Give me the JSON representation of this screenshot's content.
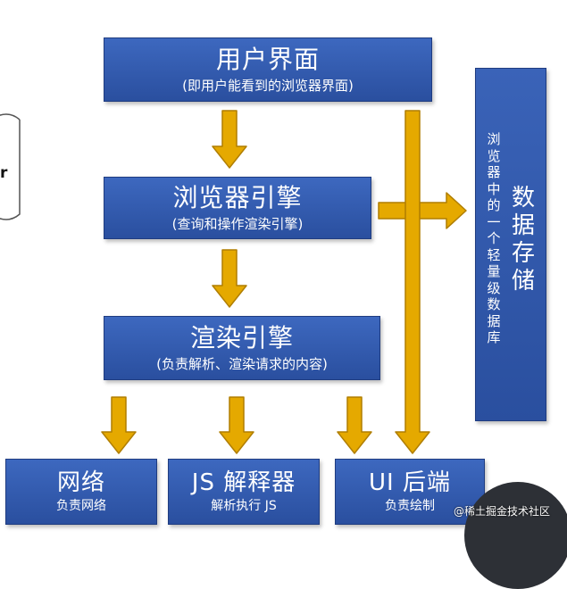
{
  "user_interface": {
    "title": "用户界面",
    "subtitle": "(即用户能看到的浏览器界面)"
  },
  "browser_engine": {
    "title": "浏览器引擎",
    "subtitle": "(查询和操作渲染引擎)"
  },
  "render_engine": {
    "title": "渲染引擎",
    "subtitle": "(负责解析、渲染请求的内容)"
  },
  "network": {
    "title": "网络",
    "subtitle": "负责网络"
  },
  "js_interpreter": {
    "title": "JS 解释器",
    "subtitle": "解析执行 JS"
  },
  "ui_backend": {
    "title": "UI 后端",
    "subtitle": "负责绘制"
  },
  "data_storage": {
    "title": "数据存储",
    "description": "浏览器中的一个轻量级数据库"
  },
  "cylinder_label": "r",
  "watermark": "@稀土掘金技术社区",
  "colors": {
    "box": "#2f58ab",
    "arrow": "#e5a900",
    "arrow_stroke": "#b07e00"
  }
}
